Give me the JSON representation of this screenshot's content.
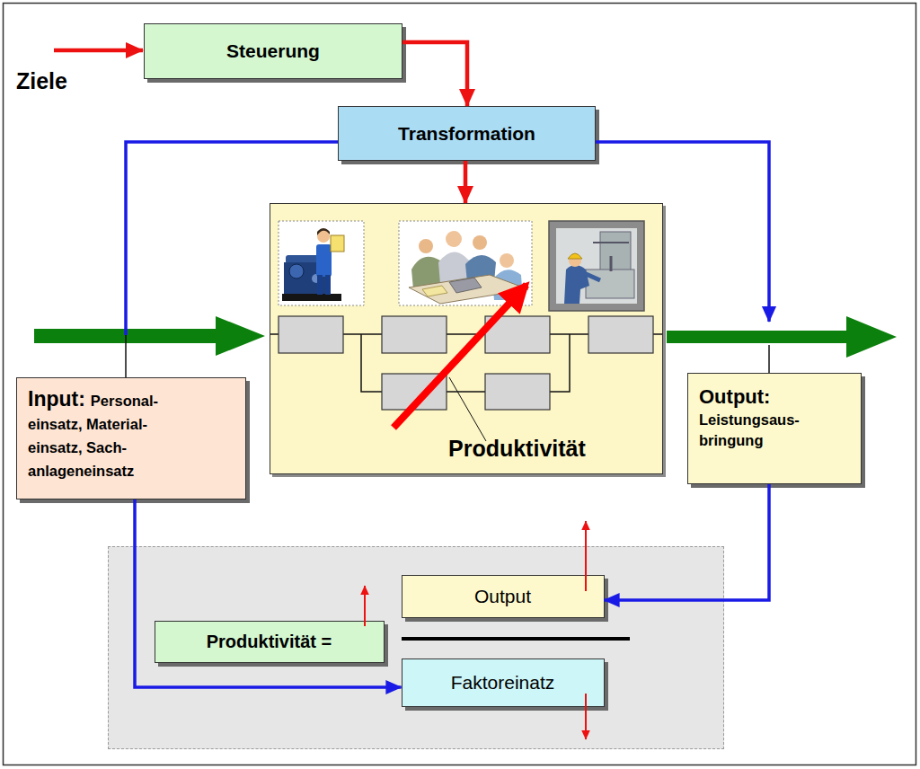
{
  "diagram": {
    "nodes": [
      {
        "text": [
          "Steuerung"
        ]
      },
      {
        "text": [
          "Transformation"
        ]
      },
      {
        "text": [
          "Input:",
          "Personal- einsatz, Material- einsatz, Sach- anlageneinsatz"
        ]
      },
      {
        "text": [
          "Produktivität"
        ]
      },
      {
        "text": [
          "Output:",
          "Leistungsaus- bringung"
        ]
      },
      {
        "text": []
      },
      {
        "text": [
          "Produktivität ="
        ],
        "in": 5
      },
      {
        "text": [
          "Output"
        ],
        "in": 5
      },
      {
        "text": [
          "Faktoreinatz"
        ],
        "in": 5
      }
    ],
    "edges": [
      {
        "from": 0,
        "to": 1,
        "arrow": "to"
      },
      {
        "from": 1,
        "to": 3,
        "arrow": "to"
      },
      {
        "from": 1,
        "to": 2,
        "arrow": "none"
      },
      {
        "from": 1,
        "to": 4,
        "arrow": "to"
      },
      {
        "from": 2,
        "to": 8,
        "arrow": "to"
      },
      {
        "from": 4,
        "to": 7,
        "arrow": "to"
      }
    ],
    "labels": [
      "Ziele"
    ]
  }
}
